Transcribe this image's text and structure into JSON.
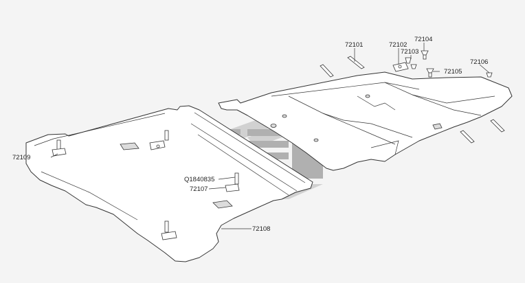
{
  "diagram": {
    "callouts": {
      "c72101": "72101",
      "c72102": "72102",
      "c72103": "72103",
      "c72104": "72104",
      "c72105": "72105",
      "c72106": "72106",
      "c72107": "72107",
      "c72108": "72108",
      "c72109": "72109",
      "cQ1840835": "Q1840835"
    }
  }
}
